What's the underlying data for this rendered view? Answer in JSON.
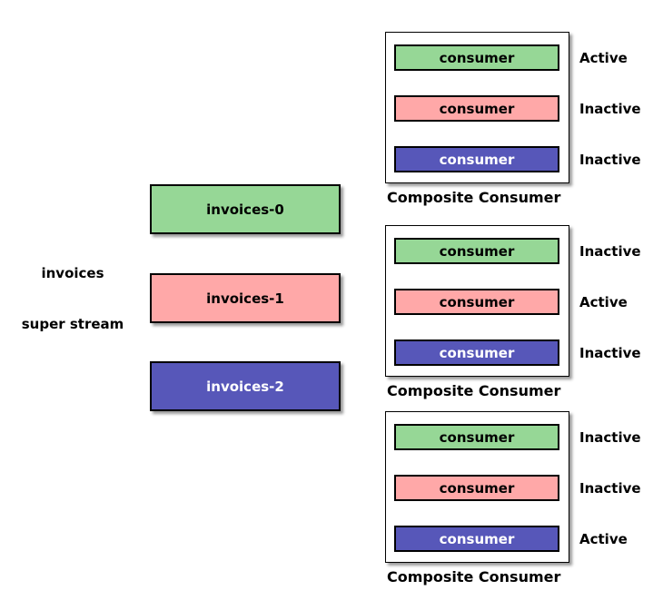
{
  "super_stream": {
    "name_label": "invoices",
    "type_label": "super stream",
    "partitions": [
      {
        "label": "invoices-0",
        "color": "green"
      },
      {
        "label": "invoices-1",
        "color": "pink"
      },
      {
        "label": "invoices-2",
        "color": "blue"
      }
    ]
  },
  "composite_consumers": [
    {
      "label": "Composite Consumer",
      "consumers": [
        {
          "label": "consumer",
          "color": "green",
          "status": "Active"
        },
        {
          "label": "consumer",
          "color": "pink",
          "status": "Inactive"
        },
        {
          "label": "consumer",
          "color": "blue",
          "status": "Inactive"
        }
      ]
    },
    {
      "label": "Composite Consumer",
      "consumers": [
        {
          "label": "consumer",
          "color": "green",
          "status": "Inactive"
        },
        {
          "label": "consumer",
          "color": "pink",
          "status": "Active"
        },
        {
          "label": "consumer",
          "color": "blue",
          "status": "Inactive"
        }
      ]
    },
    {
      "label": "Composite Consumer",
      "consumers": [
        {
          "label": "consumer",
          "color": "green",
          "status": "Inactive"
        },
        {
          "label": "consumer",
          "color": "pink",
          "status": "Inactive"
        },
        {
          "label": "consumer",
          "color": "blue",
          "status": "Active"
        }
      ]
    }
  ],
  "colors": {
    "green": {
      "bg": "#96D796",
      "text": "#000000"
    },
    "pink": {
      "bg": "#FFA8A8",
      "text": "#000000"
    },
    "blue": {
      "bg": "#5757B9",
      "text": "#FFFFFF"
    },
    "border": "#000000",
    "shadow": "#999999",
    "background": "#FFFFFF"
  }
}
